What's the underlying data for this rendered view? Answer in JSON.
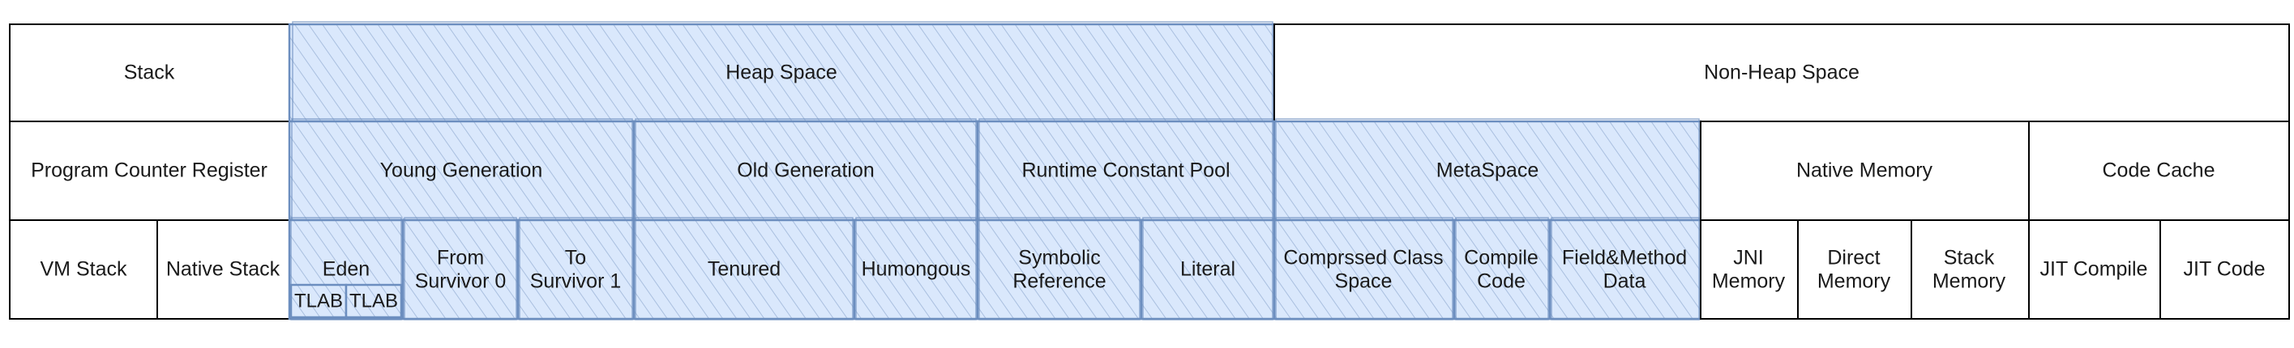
{
  "top_row": {
    "stack": "Stack",
    "heap_space": "Heap Space",
    "non_heap_space": "Non-Heap Space"
  },
  "middle_row": {
    "program_counter_register": "Program Counter Register",
    "young_generation": "Young Generation",
    "old_generation": "Old Generation",
    "runtime_constant_pool": "Runtime Constant Pool",
    "metaspace": "MetaSpace",
    "native_memory": "Native Memory",
    "code_cache": "Code Cache"
  },
  "bottom_row": {
    "vm_stack": "VM Stack",
    "native_stack": "Native Stack",
    "eden": "Eden",
    "tlab_1": "TLAB",
    "tlab_2": "TLAB",
    "from_survivor_0": [
      "From",
      "Survivor 0"
    ],
    "to_survivor_1": [
      "To",
      "Survivor 1"
    ],
    "tenured": "Tenured",
    "humongous": "Humongous",
    "symbolic_reference": [
      "Symbolic",
      "Reference"
    ],
    "literal": "Literal",
    "compressed_class_space": [
      "Comprssed Class",
      "Space"
    ],
    "compile_code": [
      "Compile",
      "Code"
    ],
    "field_method_data": [
      "Field&Method",
      "Data"
    ],
    "jni_memory": [
      "JNI",
      "Memory"
    ],
    "direct_memory": [
      "Direct",
      "Memory"
    ],
    "stack_memory": [
      "Stack",
      "Memory"
    ],
    "jit_compile": "JIT Compile",
    "jit_code": "JIT Code"
  },
  "colors": {
    "hatch_fill": "#dae8fc",
    "hatch_stroke": "#6c8ebf",
    "plain_stroke": "#000000"
  }
}
